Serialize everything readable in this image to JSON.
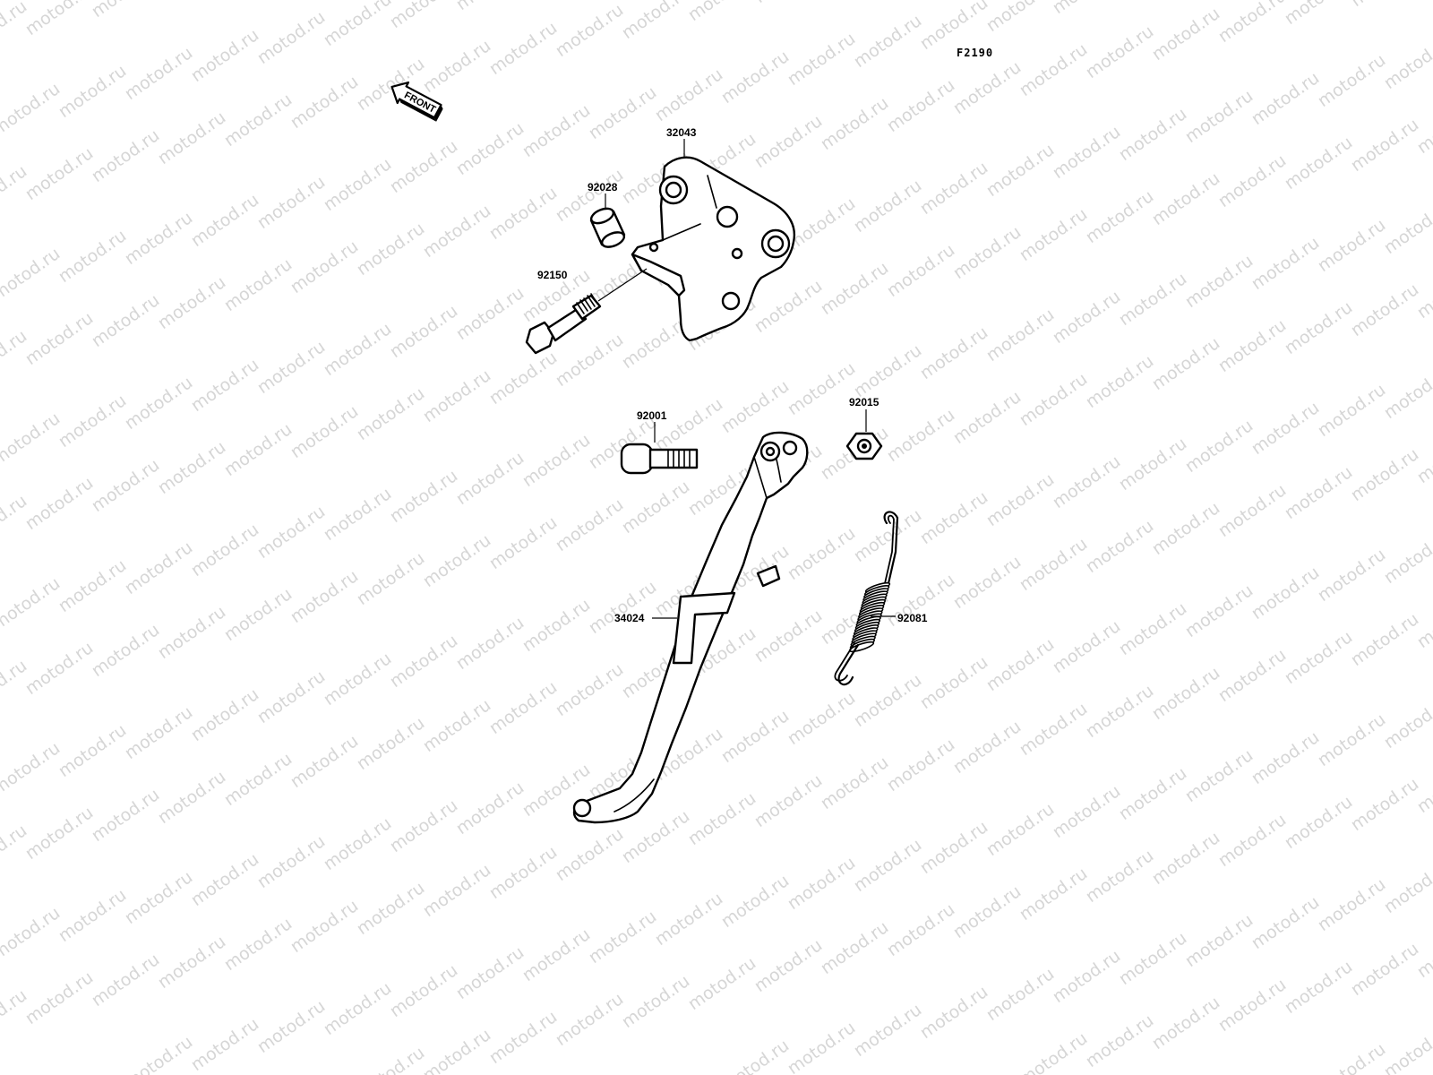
{
  "diagram": {
    "code": "F2190",
    "front_arrow_label": "FRONT",
    "watermark": "motod.ru",
    "parts": {
      "bracket": "32043",
      "collar": "92028",
      "bracket_bolt": "92150",
      "pivot_bolt": "92001",
      "nut": "92015",
      "side_stand": "34024",
      "spring": "92081"
    }
  }
}
